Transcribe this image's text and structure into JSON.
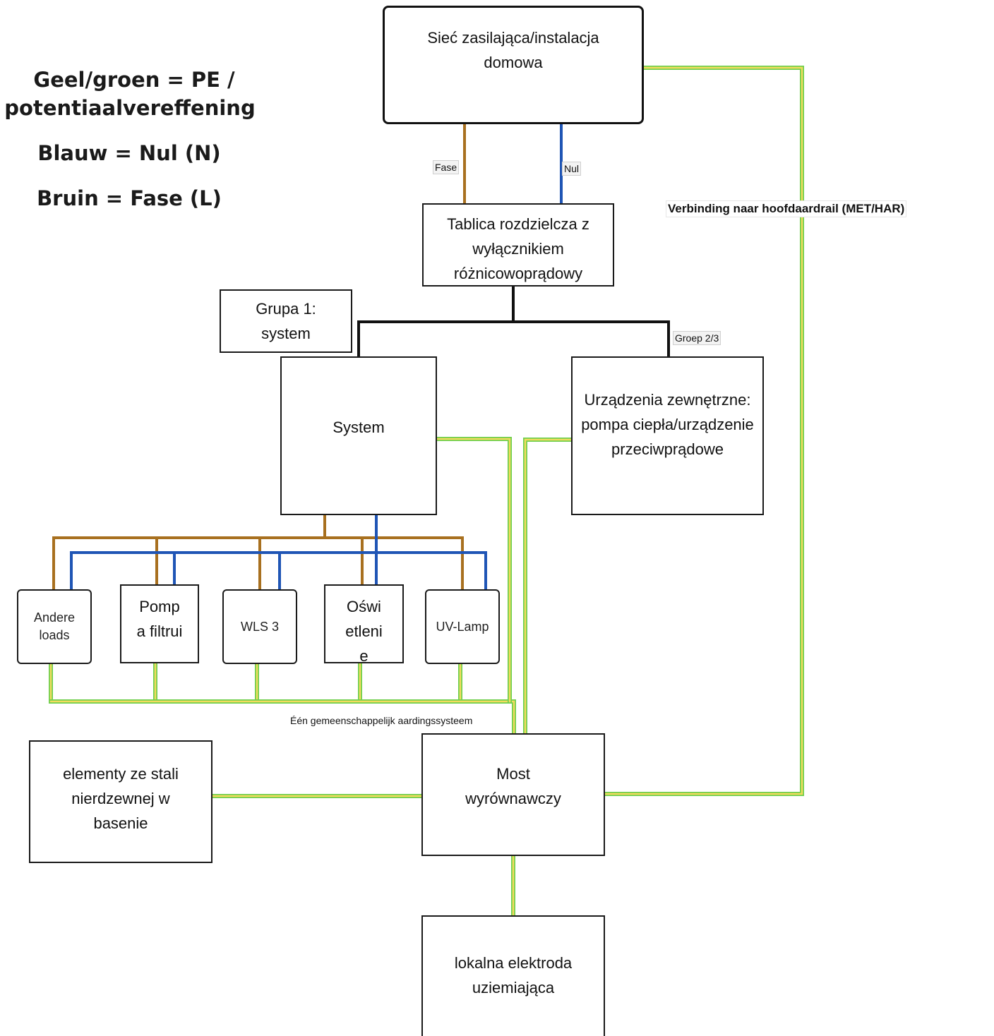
{
  "legend": {
    "pe": "Geel/groen = PE /",
    "pe2": "potentiaalvereffening",
    "neutral": "Blauw = Nul (N)",
    "phase": "Bruin = Fase (L)"
  },
  "boxes": {
    "supply": "Sieć zasilająca/instalacja domowa",
    "distribution": "Tablica rozdzielcza z wyłącznikiem różnicowoprądowy",
    "group1": "Grupa 1: system",
    "system": "System",
    "external": "Urządzenia zewnętrzne: pompa ciepła/urządzenie przeciwprądowe",
    "andere": "Andere loads",
    "pomp": "Pomp a filtrui",
    "wls": "WLS 3",
    "oswietlenie": "Oświ etleni e",
    "uvlamp": "UV-Lamp",
    "stainless": "elementy ze stali nierdzewnej w basenie",
    "bridge": "Most wyrównawczy",
    "electrode": "lokalna elektroda uziemiająca"
  },
  "labels": {
    "fase": "Fase",
    "nul": "Nul",
    "main_earth": "Verbinding naar hoofdaardrail (MET/HAR)",
    "groep": "Groep 2/3",
    "common": "Één gemeenschappelijk aardingssysteem"
  },
  "colors": {
    "phase": "#a8701f",
    "neutral": "#1f55b5",
    "pe_green": "#6fcf4f",
    "pe_yellow": "#f2dc5d",
    "line": "#111111"
  }
}
